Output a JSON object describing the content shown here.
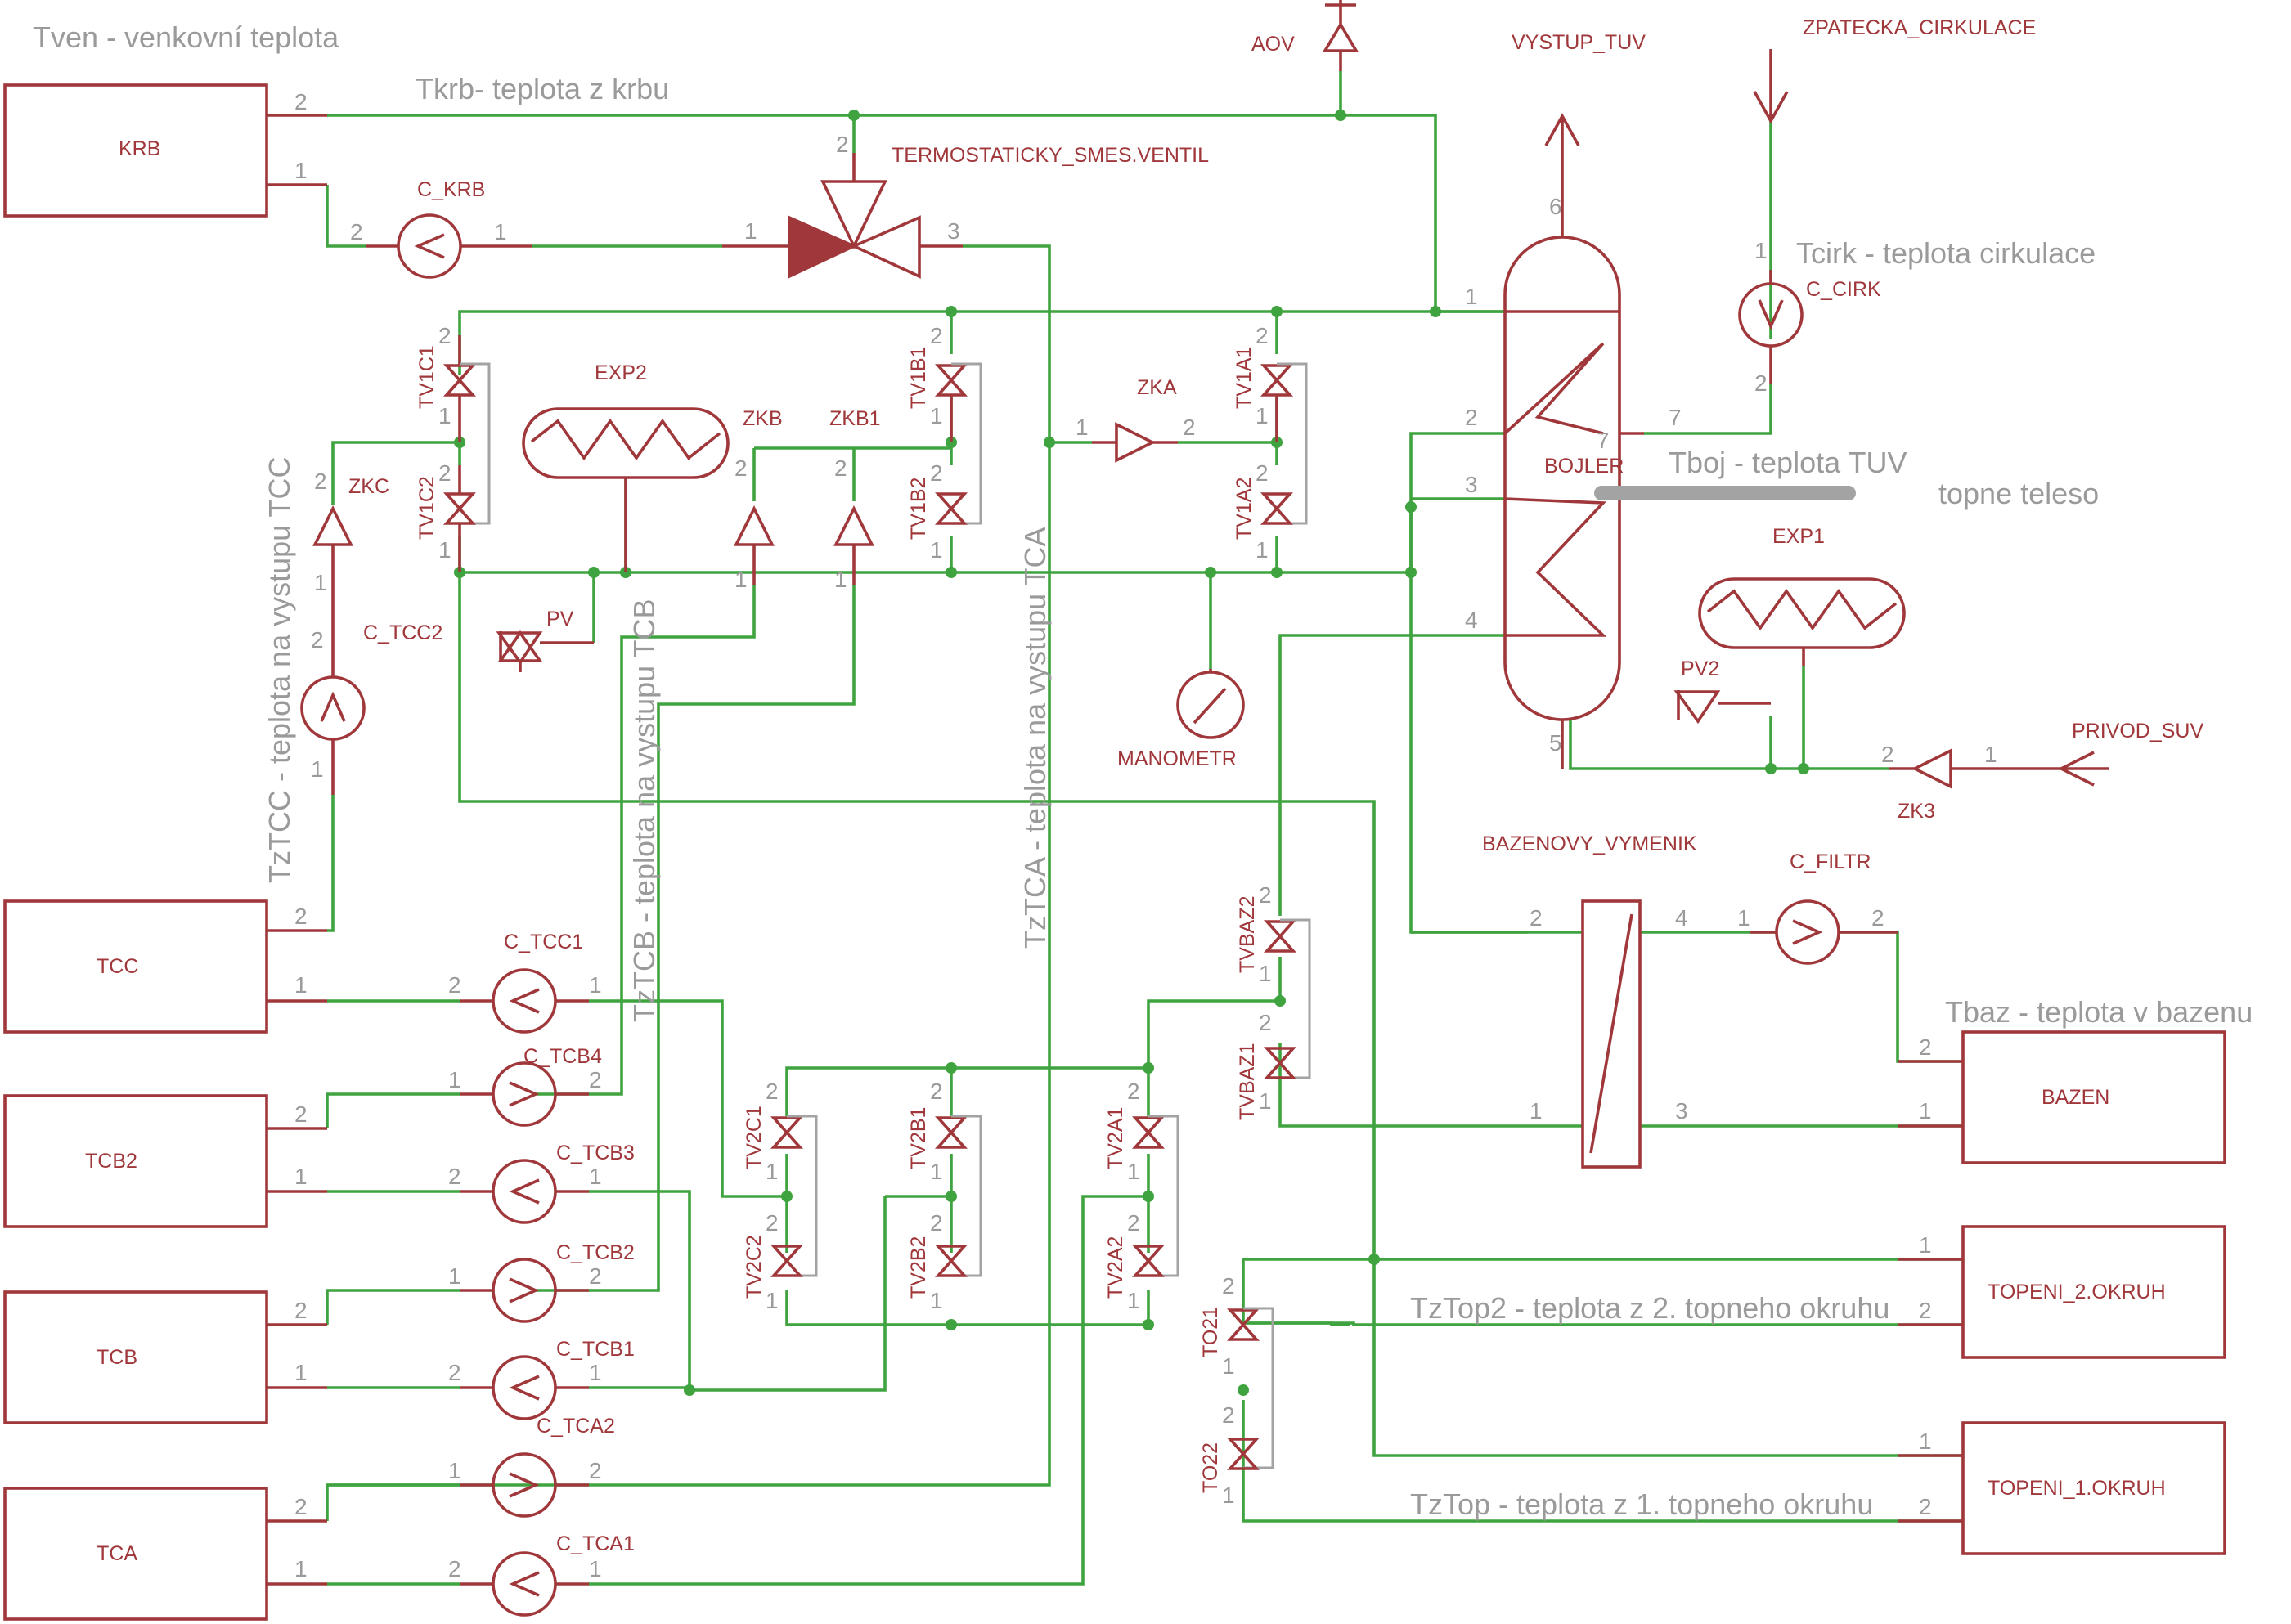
{
  "notes": {
    "tven": "Tven - venkovní teplota",
    "tkrb": "Tkrb- teplota z krbu",
    "tcirk": "Tcirk - teplota cirkulace",
    "tboj": "Tboj - teplota TUV",
    "topne_teleso": "topne teleso",
    "tbaz": "Tbaz - teplota v bazenu",
    "tztop2": "TzTop2 - teplota z 2. topneho okruhu",
    "tztop": "TzTop - teplota z 1. topneho okruhu",
    "tztcc": "TzTCC - teplota na vystupu TCC",
    "tztcb": "TzTCB - teplota na vystupu TCB",
    "tztca": "TzTCA - teplota na vystupu TCA"
  },
  "blocks": {
    "krb": "KRB",
    "tcc": "TCC",
    "tcb2": "TCB2",
    "tcb": "TCB",
    "tca": "TCA",
    "bazen": "BAZEN",
    "topeni2": "TOPENI_2.OKRUH",
    "topeni1": "TOPENI_1.OKRUH"
  },
  "parts": {
    "aov": "AOV",
    "vystup_tuv": "VYSTUP_TUV",
    "zpatecka": "ZPATECKA_CIRKULACE",
    "c_krb": "C_KRB",
    "termo": "TERMOSTATICKY_SMES.VENTIL",
    "c_cirk": "C_CIRK",
    "exp2": "EXP2",
    "zkb": "ZKB",
    "zkb1": "ZKB1",
    "zka": "ZKA",
    "zkc": "ZKC",
    "tv1c1": "TV1C1",
    "tv1c2": "TV1C2",
    "tv1b1": "TV1B1",
    "tv1b2": "TV1B2",
    "tv1a1": "TV1A1",
    "tv1a2": "TV1A2",
    "bojler": "BOJLER",
    "pv": "PV",
    "c_tcc2": "C_TCC2",
    "manometr": "MANOMETR",
    "exp1": "EXP1",
    "pv2": "PV2",
    "privod_suv": "PRIVOD_SUV",
    "zk3": "ZK3",
    "bazenovy": "BAZENOVY_VYMENIK",
    "c_filtr": "C_FILTR",
    "tvbaz2": "TVBAZ2",
    "tvbaz1": "TVBAZ1",
    "c_tcc1": "C_TCC1",
    "c_tcb4": "C_TCB4",
    "c_tcb3": "C_TCB3",
    "c_tcb2": "C_TCB2",
    "c_tcb1": "C_TCB1",
    "c_tca2": "C_TCA2",
    "c_tca1": "C_TCA1",
    "tv2c1": "TV2C1",
    "tv2c2": "TV2C2",
    "tv2b1": "TV2B1",
    "tv2b2": "TV2B2",
    "tv2a1": "TV2A1",
    "tv2a2": "TV2A2",
    "to21": "TO21",
    "to22": "TO22"
  },
  "pins": {
    "p1": "1",
    "p2": "2",
    "p3": "3",
    "p4": "4",
    "p5": "5",
    "p6": "6",
    "p7": "7"
  },
  "colors": {
    "component": "#a0383b",
    "wire": "#3fa33f",
    "annotation": "#9a9a9a"
  }
}
